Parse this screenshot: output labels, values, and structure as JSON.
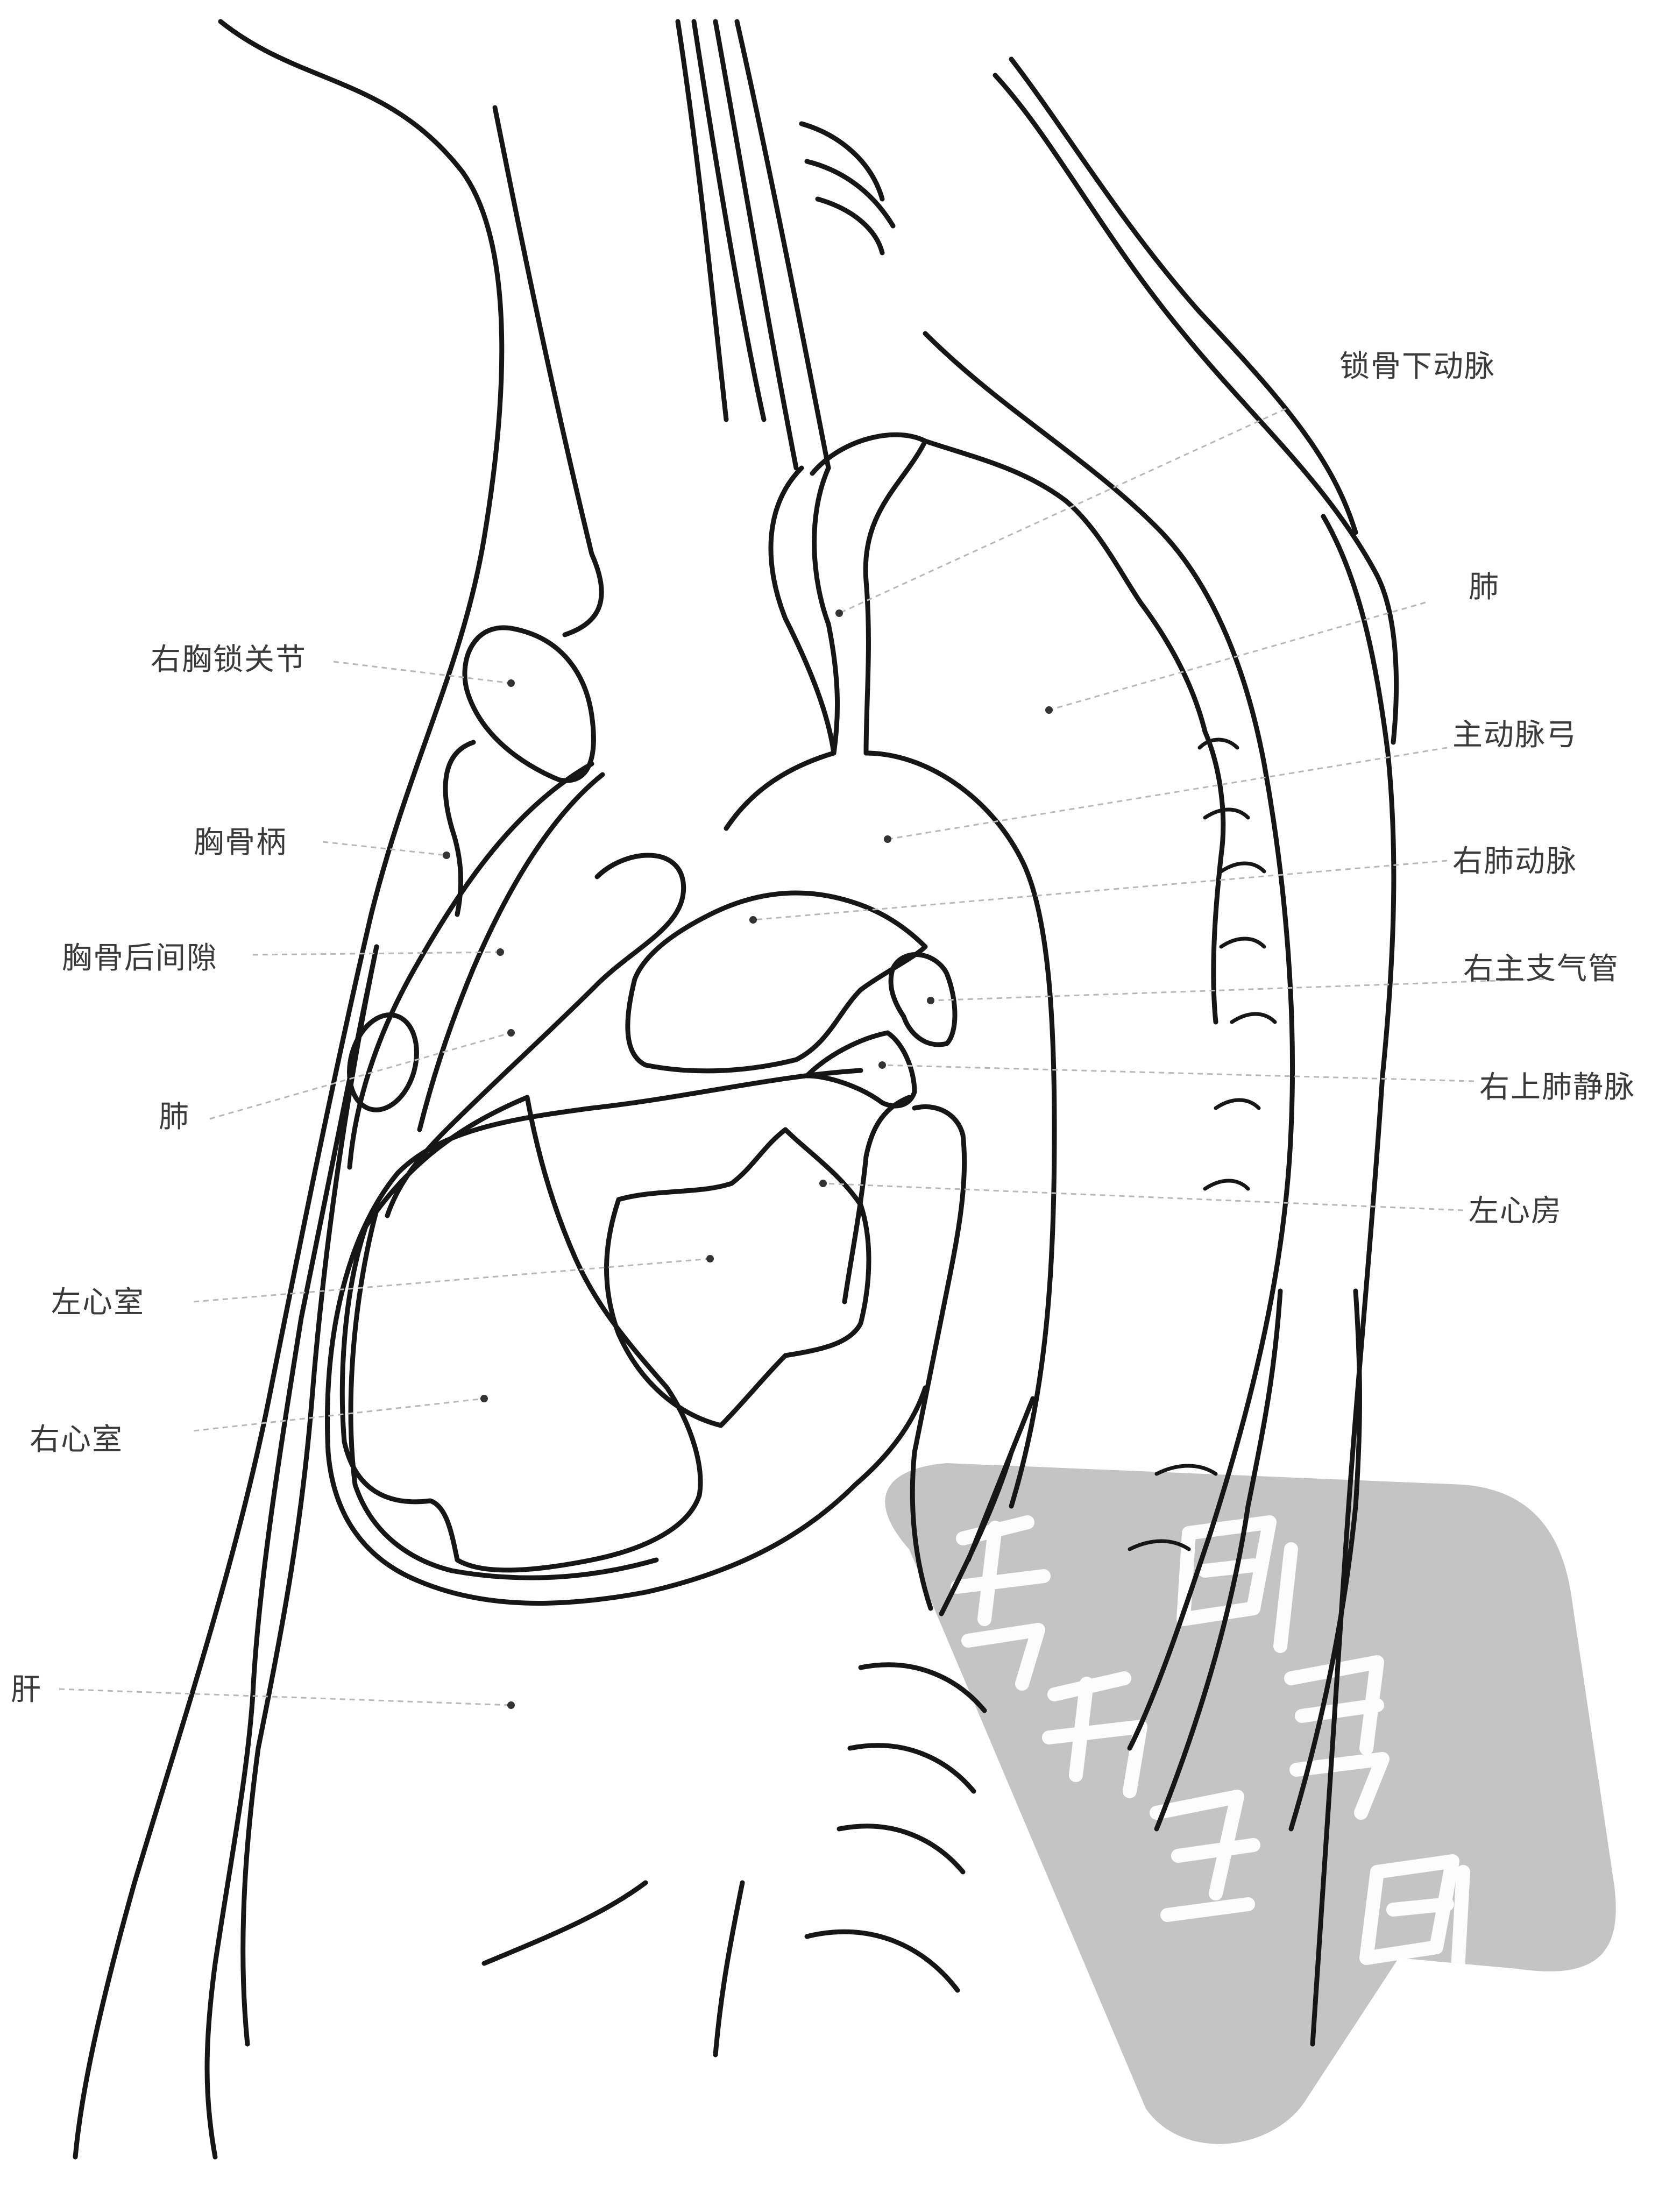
{
  "labels": {
    "subclavian_artery": "锁骨下动脉",
    "lung_right_side": "肺",
    "aortic_arch": "主动脉弓",
    "right_pulmonary_artery": "右肺动脉",
    "right_main_bronchus": "右主支气管",
    "right_superior_pulmonary_vein": "右上肺静脉",
    "left_atrium": "左心房",
    "right_sternoclavicular_joint": "右胸锁关节",
    "manubrium": "胸骨柄",
    "retrosternal_space": "胸骨后间隙",
    "lung_left_side": "肺",
    "left_ventricle": "左心室",
    "right_ventricle": "右心室",
    "liver": "肝"
  },
  "watermark": {
    "shape_color": "#c4c4c4",
    "glyph_color": "#ffffff",
    "glyph_icon": "seal-script-glyphs"
  },
  "colors": {
    "line": "#161616",
    "label": "#3a3a3a",
    "leader": "#b8b8b8"
  }
}
